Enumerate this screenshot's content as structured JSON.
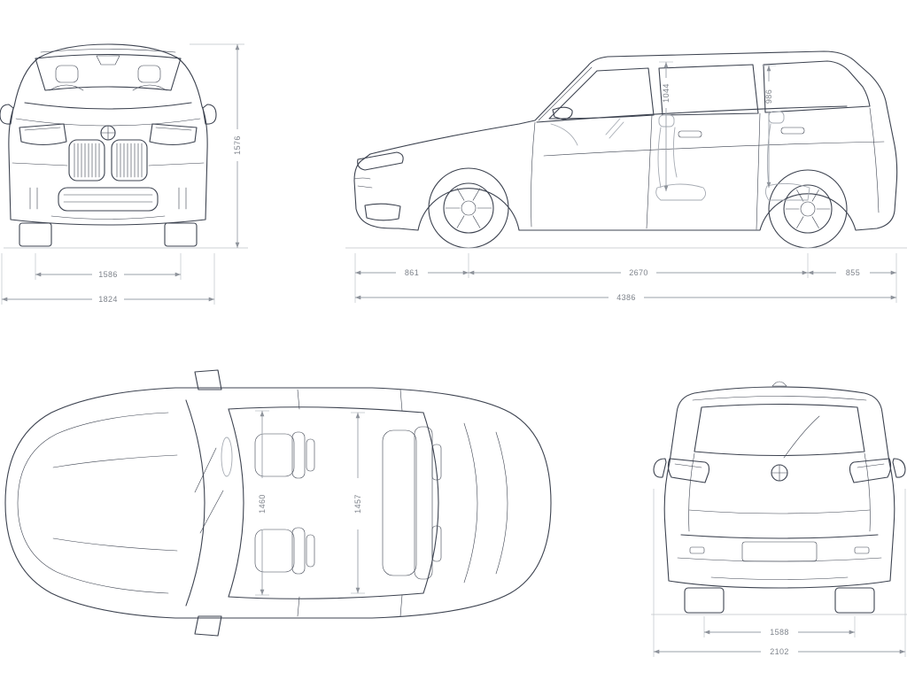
{
  "front": {
    "height": "1576",
    "track": "1586",
    "width": "1824"
  },
  "side": {
    "headroom_front": "1044",
    "headroom_rear": "986",
    "front_overhang": "861",
    "wheelbase": "2670",
    "rear_overhang": "855",
    "length": "4386"
  },
  "top": {
    "interior_width_front": "1460",
    "interior_width_rear": "1457"
  },
  "rear": {
    "track": "1588",
    "width_incl_mirrors": "2102"
  },
  "colors": {
    "line_dark": "#3d4350",
    "line_light": "#a6abb3",
    "dim_line": "#9aa0a8",
    "dim_text": "#7f848c",
    "background": "#ffffff"
  }
}
